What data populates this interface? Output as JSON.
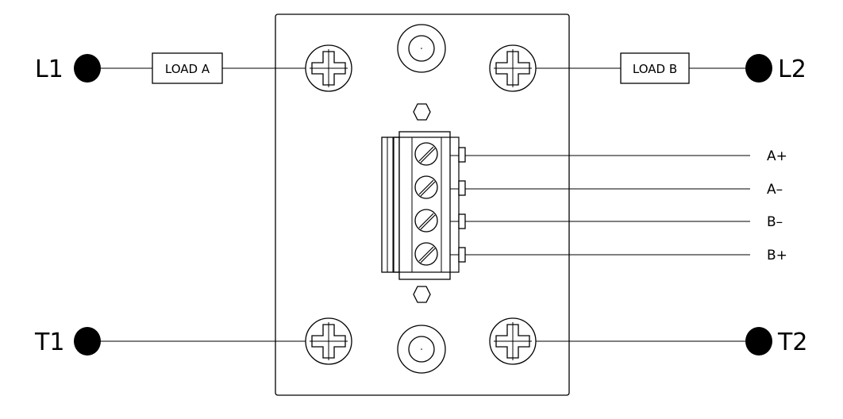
{
  "terminals": {
    "l1": "L1",
    "l2": "L2",
    "t1": "T1",
    "t2": "T2"
  },
  "loads": {
    "a": "LOAD A",
    "b": "LOAD B"
  },
  "signals": {
    "a_plus": "A+",
    "a_minus": "A–",
    "b_minus": "B–",
    "b_plus": "B+"
  }
}
